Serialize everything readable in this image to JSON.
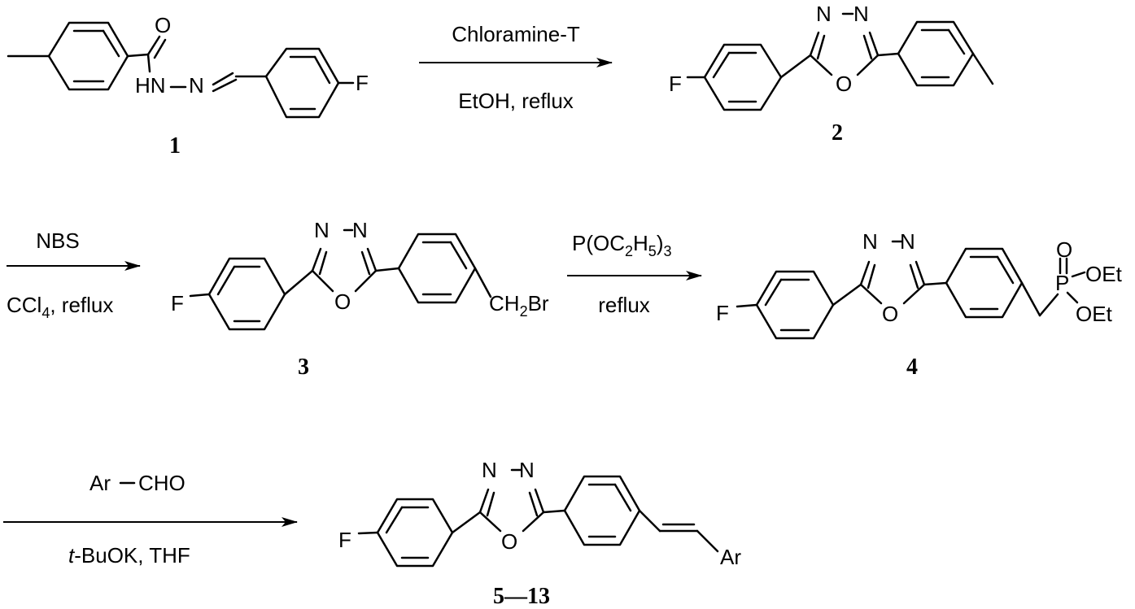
{
  "compounds": {
    "c1": "1",
    "c2": "2",
    "c3": "3",
    "c4": "4",
    "c5": "5—13"
  },
  "reactions": {
    "r1_above": "Chloramine-T",
    "r1_below": "EtOH, reflux",
    "r2_above": "NBS",
    "r2_below_main": "CCl",
    "r2_below_sub": "4",
    "r2_below_tail": ", reflux",
    "r3_above_main": "P(OC",
    "r3_above_sub1": "2",
    "r3_above_mid": "H",
    "r3_above_sub2": "5",
    "r3_above_tail": ")",
    "r3_above_sub3": "3",
    "r3_below": "reflux",
    "r4_above_ar": "Ar",
    "r4_above_cho": "CHO",
    "r4_below_italic": "t",
    "r4_below_tail": "-BuOK, THF"
  },
  "atoms": {
    "O": "O",
    "HN": "HN",
    "N": "N",
    "F": "F",
    "Br_group_main": "CH",
    "Br_group_sub": "2",
    "Br_group_tail": "Br",
    "P": "P",
    "OEt": "OEt",
    "Ar": "Ar"
  }
}
